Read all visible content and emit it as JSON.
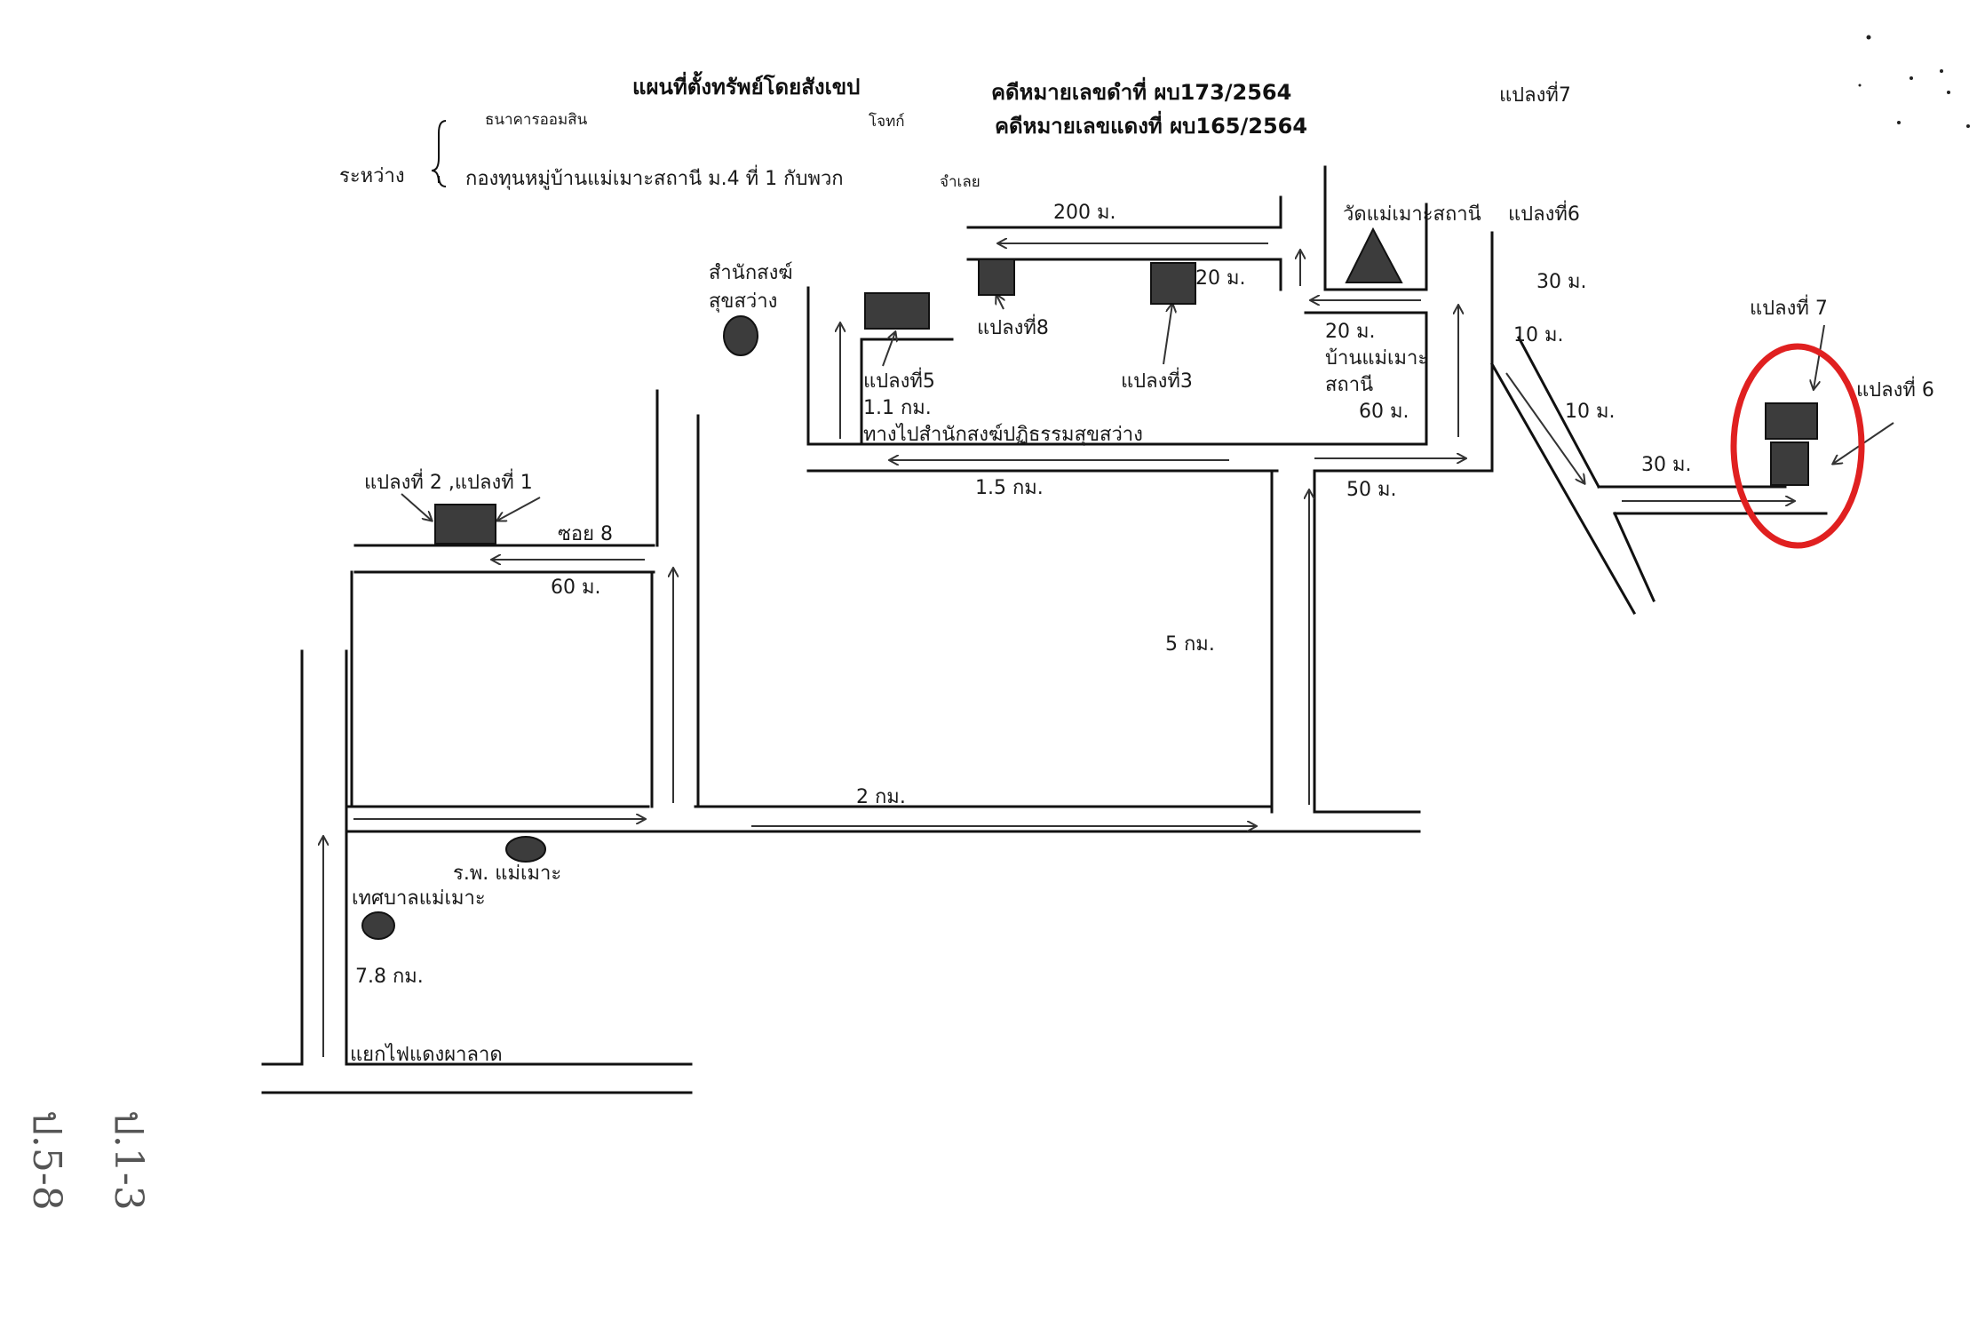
{
  "header": {
    "title": "แผนที่ตั้งทรัพย์โดยสังเขป",
    "plaintiff_label": "โจทก์",
    "plaintiff_name": "ธนาคารออมสิน",
    "between_label": "ระหว่าง",
    "defendant_name": "กองทุนหมู่บ้านแม่เมาะสถานี ม.4 ที่ 1 กับพวก",
    "defendant_label": "จำเลย",
    "black_case": "คดีหมายเลขดำที่ ผบ173/2564",
    "red_case": "คดีหมายเลขแดงที่ ผบ165/2564",
    "plot_ref": "แปลงที่7"
  },
  "landmarks": {
    "temple": "วัดแม่เมาะสถานี",
    "monastery_line1": "สำนักสงฆ์",
    "monastery_line2": "สุขสว่าง",
    "hospital": "ร.พ. แม่เมาะ",
    "municipality": "เทศบาลแม่เมาะ",
    "junction": "แยกไฟแดงผาลาด",
    "soi": "ซอย 8",
    "village_line1": "บ้านแม่เมาะ",
    "village_line2": "สถานี",
    "path_to_monastery": "ทางไปสำนักสงฆ์ปฏิธรรมสุขสว่าง"
  },
  "plot_labels": {
    "plots_1_2": "แปลงที่ 2 ,แปลงที่ 1",
    "plot_5": "แปลงที่5",
    "plot_8": "แปลงที่8",
    "plot_3": "แปลงที่3",
    "plot_6_top": "แปลงที่6",
    "plot_7_detail": "แปลงที่ 7",
    "plot_6_detail": "แปลงที่ 6"
  },
  "distances": {
    "d_200m": "200 ม.",
    "d_20m_a": "20 ม.",
    "d_20m_b": "20 ม.",
    "d_60m_village": "60 ม.",
    "d_1_1km": "1.1 กม.",
    "d_1_5km": "1.5 กม.",
    "d_50m": "50 ม.",
    "d_60m_soi": "60 ม.",
    "d_5km": "5 กม.",
    "d_2km": "2 กม.",
    "d_7_8km": "7.8 กม.",
    "d_30m_a": "30 ม.",
    "d_10m_a": "10 ม.",
    "d_10m_b": "10 ม.",
    "d_30m_b": "30 ม."
  },
  "handwriting": {
    "line1": "ป.1-3",
    "line2": "ป.5-8"
  },
  "colors": {
    "ink": "#111111",
    "plot_fill": "#3c3c3c",
    "highlight_circle": "#e02020"
  }
}
